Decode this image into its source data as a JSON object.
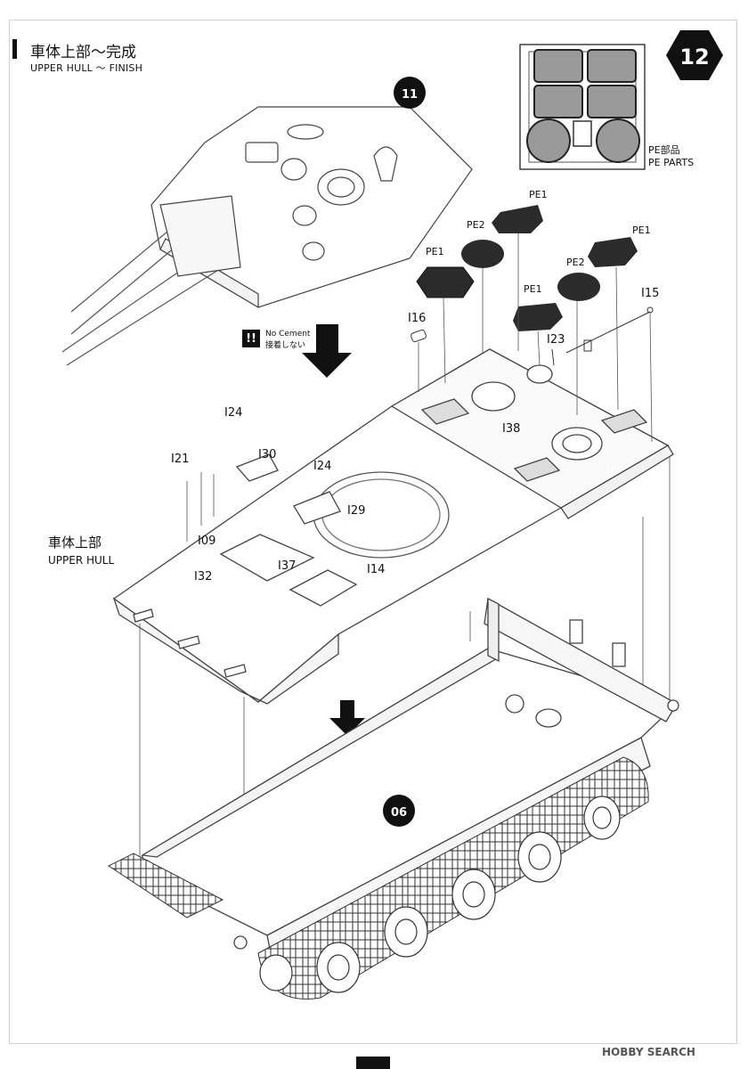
{
  "header": {
    "title_jp": "車体上部〜完成",
    "title_en": "UPPER HULL 〜 FINISH"
  },
  "step": {
    "number": "12",
    "ref_turret": "11",
    "ref_lower": "06"
  },
  "pe_box": {
    "label_jp": "PE部品",
    "label_en": "PE PARTS"
  },
  "warning": {
    "icon": "!!",
    "text_en": "No Cement",
    "text_jp": "接着しない"
  },
  "hull": {
    "label_jp": "車体上部",
    "label_en": "UPPER HULL"
  },
  "parts": {
    "pe1_a": "PE1",
    "pe1_b": "PE1",
    "pe1_c": "PE1",
    "pe1_d": "PE1",
    "pe2_a": "PE2",
    "pe2_b": "PE2",
    "i15": "I15",
    "i16": "I16",
    "i23": "I23",
    "i38": "I38",
    "i24_a": "I24",
    "i24_b": "I24",
    "i21": "I21",
    "i30": "I30",
    "i29": "I29",
    "i09": "I09",
    "i37": "I37",
    "i14": "I14",
    "i32": "I32"
  },
  "watermark": "HOBBY SEARCH",
  "colors": {
    "ink": "#111111",
    "line": "#444444",
    "pe": "#2b2b2b"
  }
}
